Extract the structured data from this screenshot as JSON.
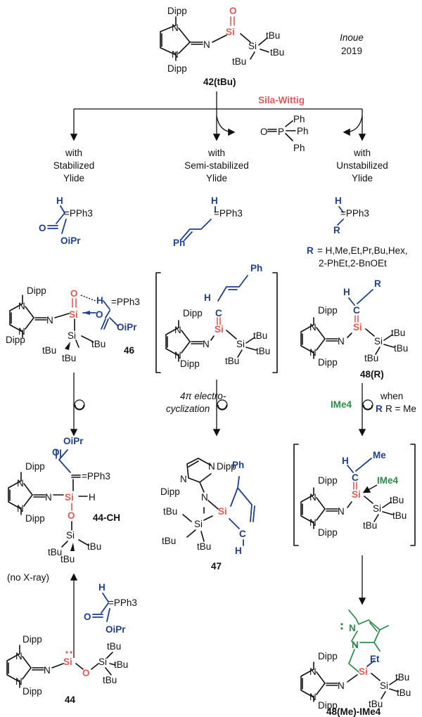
{
  "top": {
    "author": "Inoue",
    "year": "2019",
    "label": "42(tBu)"
  },
  "reaction_title": "Sila-Wittig",
  "byproduct": {
    "o": "O",
    "p": "P",
    "ph1": "Ph",
    "ph2": "Ph",
    "ph3": "Ph"
  },
  "branches": [
    {
      "line1": "with",
      "line2": "Stabilized",
      "line3": "Ylide"
    },
    {
      "line1": "with",
      "line2": "Semi-stabilized",
      "line3": "Ylide"
    },
    {
      "line1": "with",
      "line2": "Unstabilized",
      "line3": "Ylide"
    }
  ],
  "r_groups": {
    "r": "R",
    "eq": "= H,Me,Et,Pr,Bu,Hex,",
    "line2": "2-PhEt,2-BnOEt"
  },
  "compounds": {
    "c46": "46",
    "c48r": "48(R)",
    "c44ch": "44-CH",
    "c47": "47",
    "c44": "44",
    "c48me": "48(Me)-IMe4"
  },
  "conditions": {
    "electro1": "4π electro-",
    "electro2": "cyclization",
    "ime4": "IMe4",
    "when": "when",
    "req": "R = Me"
  },
  "notes": {
    "noxray": "(no X-ray)"
  },
  "atoms": {
    "dipp": "Dipp",
    "n": "N",
    "si": "Si",
    "o": "O",
    "h": "H",
    "c": "C",
    "tbu": "tBu",
    "pph3": "=PPh3",
    "oipr": "OiPr",
    "ph": "Ph",
    "me": "Me",
    "et": "Et"
  }
}
